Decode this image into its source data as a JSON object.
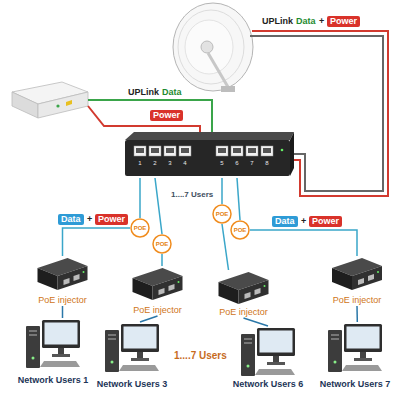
{
  "diagram": {
    "nodes": [
      {
        "text": [
          "1",
          "2",
          "3",
          "4",
          "5",
          "6",
          "7",
          "8"
        ]
      },
      {
        "text": [
          "POE"
        ]
      },
      {
        "text": [
          "POE"
        ]
      },
      {
        "text": [
          "POE"
        ]
      },
      {
        "text": [
          "POE"
        ]
      },
      {
        "text": [
          "PoE injector"
        ]
      },
      {
        "text": [
          "PoE injector"
        ]
      },
      {
        "text": [
          "PoE injector"
        ]
      },
      {
        "text": [
          "PoE injector"
        ]
      },
      {
        "text": [
          "Network Users 1"
        ]
      },
      {
        "text": [
          "Network Users 3"
        ]
      },
      {
        "text": [
          "Network Users 6"
        ]
      },
      {
        "text": [
          "Network Users 7"
        ]
      }
    ],
    "edges": [
      {
        "from": 0,
        "to": 1,
        "arrow": "none"
      },
      {
        "from": 0,
        "to": 2,
        "arrow": "none"
      },
      {
        "from": 0,
        "to": 3,
        "arrow": "none"
      },
      {
        "from": 0,
        "to": 4,
        "arrow": "none"
      },
      {
        "from": 1,
        "to": 5,
        "arrow": "none"
      },
      {
        "from": 2,
        "to": 6,
        "arrow": "none"
      },
      {
        "from": 3,
        "to": 7,
        "arrow": "none"
      },
      {
        "from": 4,
        "to": 8,
        "arrow": "none"
      },
      {
        "from": 5,
        "to": 9,
        "arrow": "none"
      },
      {
        "from": 6,
        "to": 10,
        "arrow": "none"
      },
      {
        "from": 7,
        "to": 11,
        "arrow": "none"
      },
      {
        "from": 8,
        "to": 12,
        "arrow": "none"
      }
    ],
    "labels": [
      "UPLink",
      "Data",
      "+",
      "Power",
      "UPLink",
      "Data",
      "Power",
      "1....7 Users",
      "Data",
      "+",
      "Power",
      "Data",
      "+",
      "Power",
      "1....7 Users"
    ]
  }
}
